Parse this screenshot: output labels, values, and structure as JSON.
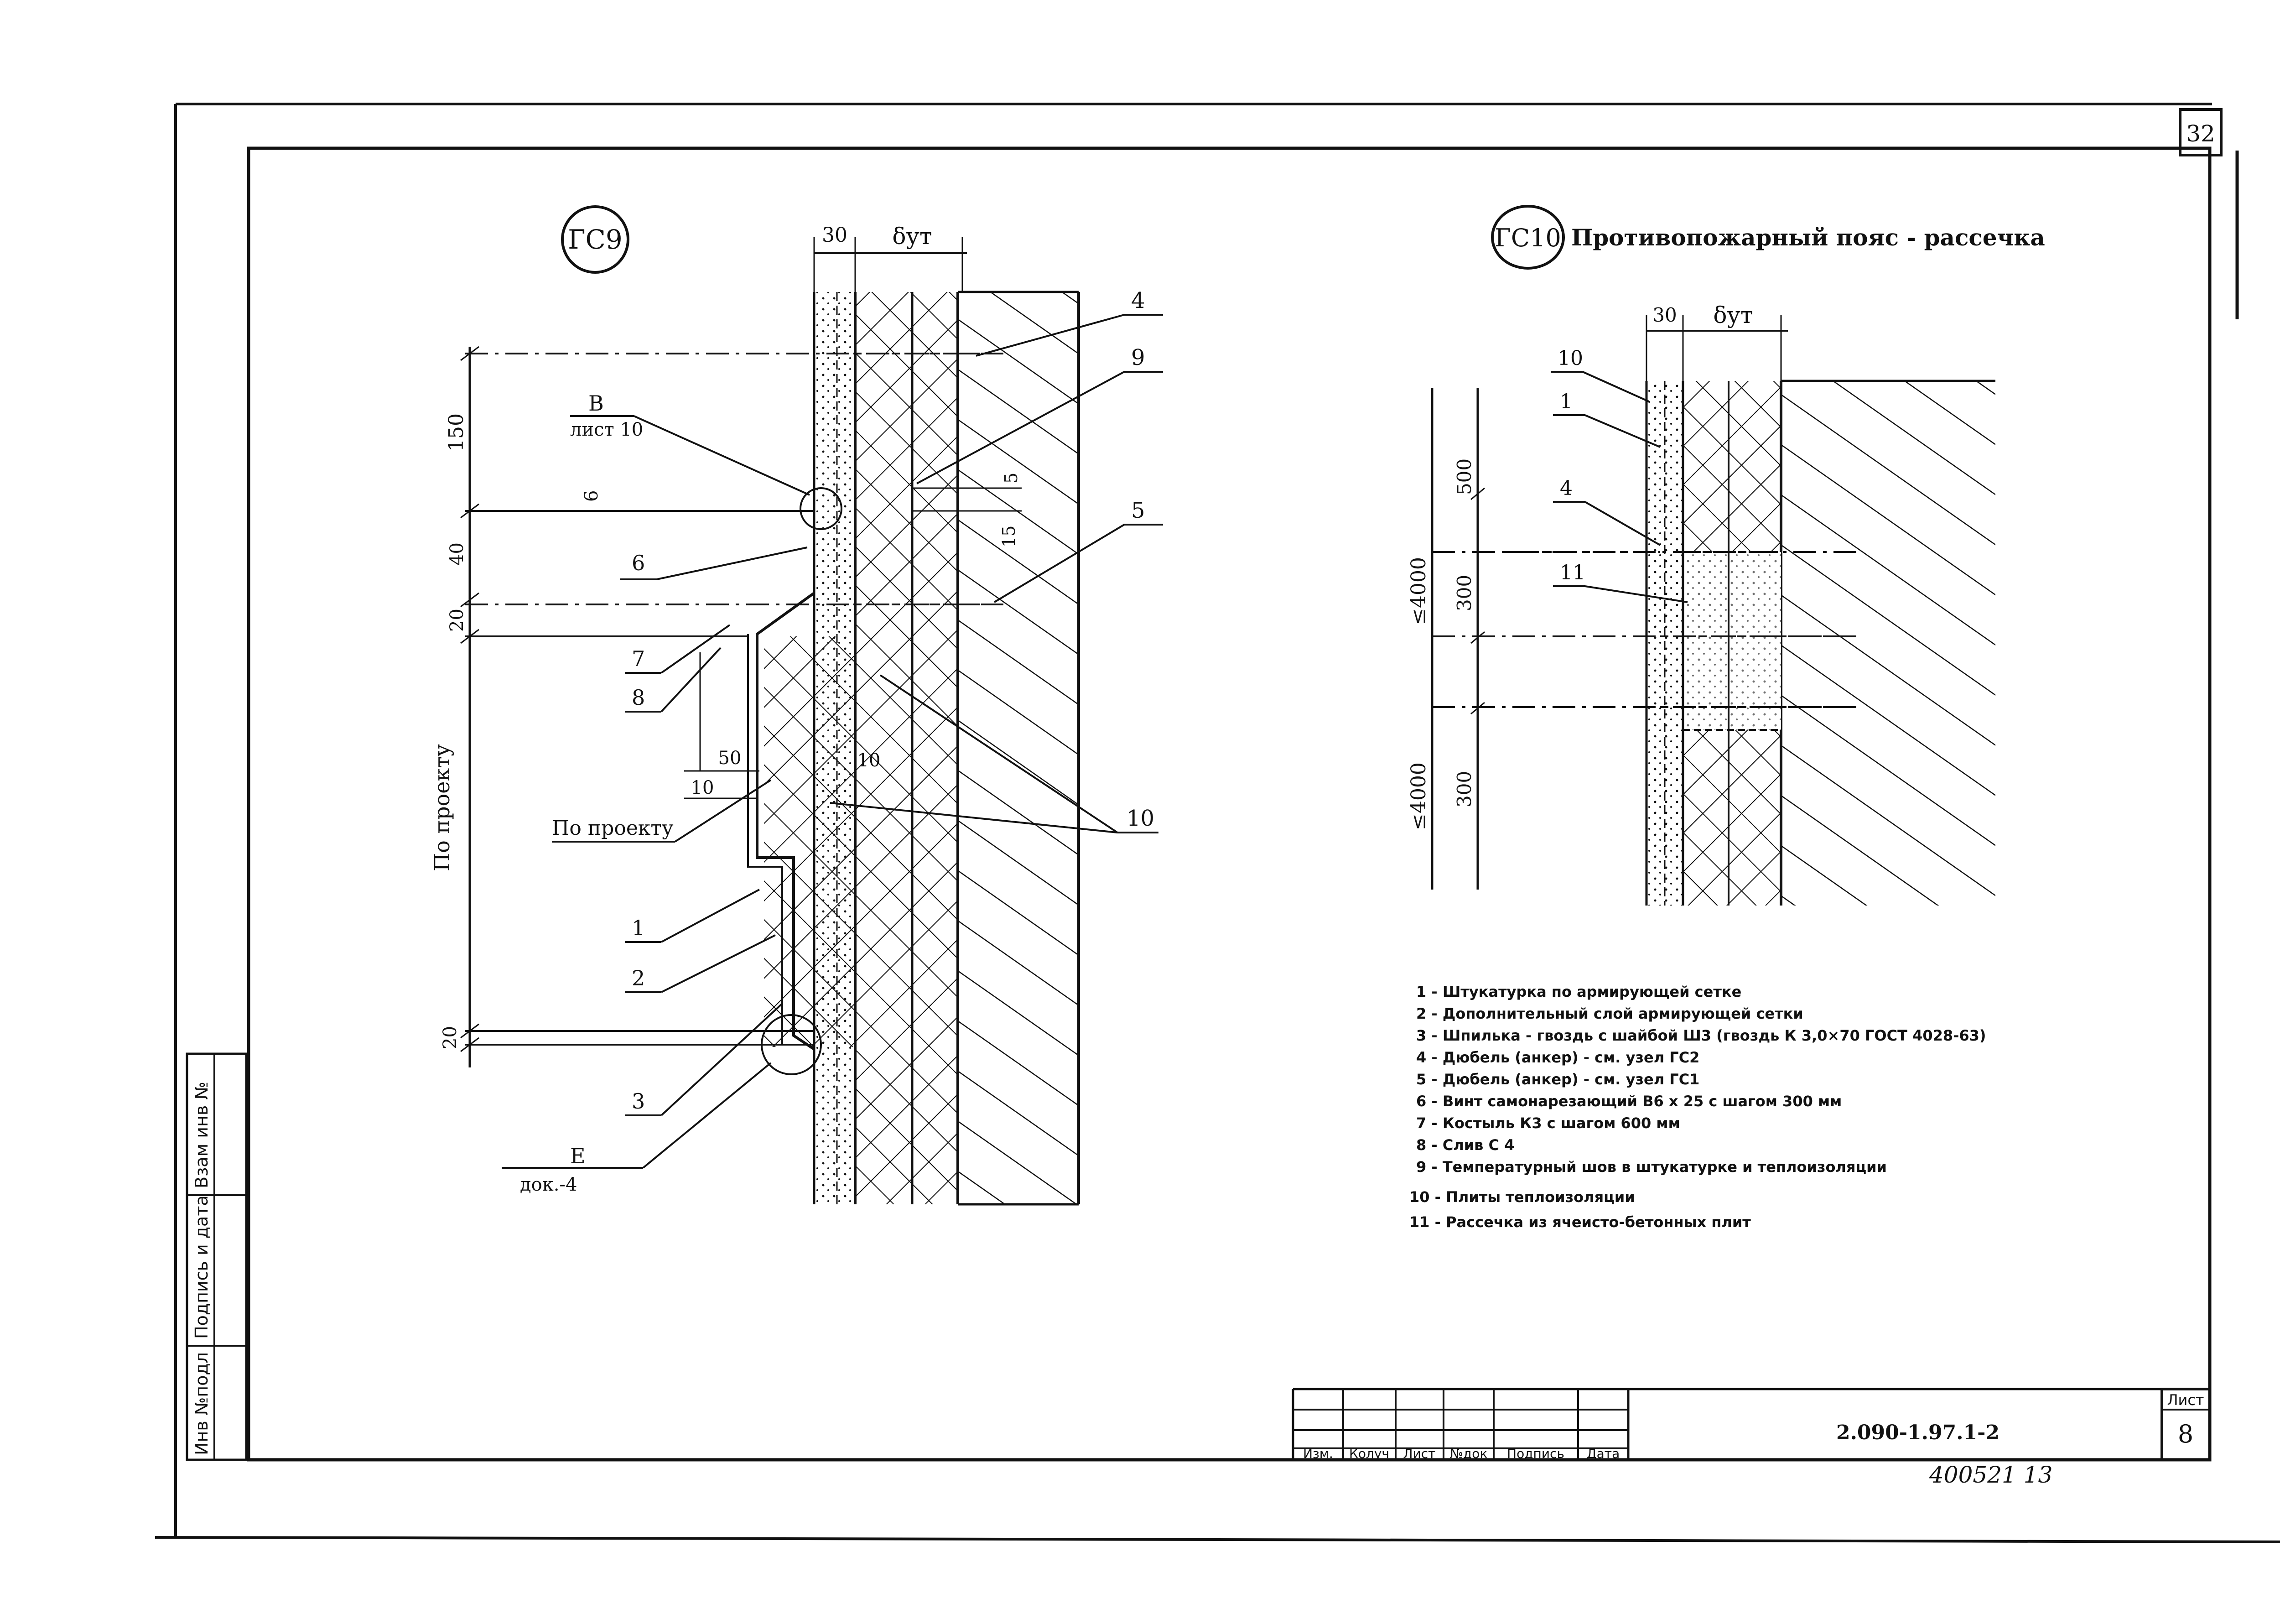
{
  "sheet": {
    "page_corner_number": "32",
    "sheet_label": "Лист",
    "sheet_number": "8",
    "document_code": "2.090-1.97.1-2",
    "inventory_number": "400521  13"
  },
  "side_stamp": {
    "cells": [
      "Инв №подл",
      "Подпись и дата",
      "Взам инв №"
    ]
  },
  "title_block": {
    "headers": [
      "Изм.",
      "Колуч",
      "Лист",
      "№док",
      "Подпись",
      "Дата"
    ]
  },
  "detail_gc9": {
    "tag": "ГС9",
    "dim_top": [
      "30",
      "δут"
    ],
    "dims_left": [
      "150",
      "6",
      "40",
      "20",
      "20"
    ],
    "dims_right": [
      "5",
      "15"
    ],
    "vertical_label": "По проекту",
    "callout_b": [
      "В",
      "лист 10"
    ],
    "callout_e": [
      "Е",
      "док.-4"
    ],
    "dim_50": "50",
    "dim_10a": "10",
    "dim_10b": "10",
    "by_project": "По проекту",
    "numbers": [
      "4",
      "9",
      "5",
      "6",
      "7",
      "8",
      "10",
      "1",
      "2",
      "3"
    ]
  },
  "detail_gc10": {
    "tag": "ГС10",
    "title": "Противопожарный пояс - рассечка",
    "dim_top": [
      "30",
      "δут"
    ],
    "dims_left": [
      "500",
      "300",
      "300"
    ],
    "level_labels": [
      "≤4000",
      "≤4000"
    ],
    "numbers": [
      "10",
      "1",
      "4",
      "11"
    ]
  },
  "legend": [
    "1 - Штукатурка по армирующей сетке",
    "2 - Дополнительный слой армирующей сетки",
    "3 - Шпилька - гвоздь с шайбой Ш3  (гвоздь К 3,0×70  ГОСТ 4028-63)",
    "4 - Дюбель (анкер) - см. узел ГС2",
    "5 - Дюбель (анкер) - см. узел ГС1",
    "6 - Винт самонарезающий В6 х 25 с шагом 300 мм",
    "7 - Костыль К3 с шагом 600 мм",
    "8 - Слив С 4",
    "9 - Температурный шов в штукатурке и теплоизоляции",
    "10 - Плиты теплоизоляции",
    "11 - Рассечка из ячеисто-бетонных плит"
  ]
}
